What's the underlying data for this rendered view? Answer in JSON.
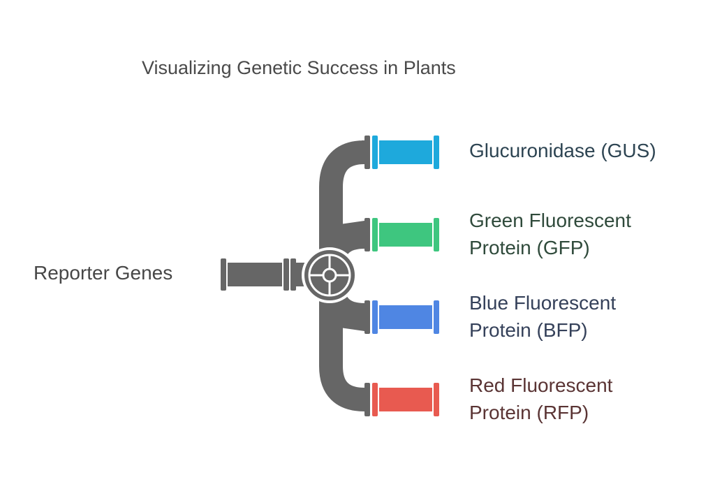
{
  "title": "Visualizing Genetic Success in Plants",
  "source": {
    "label": "Reporter Genes"
  },
  "branches": [
    {
      "lines": [
        "Glucuronidase (GUS)"
      ],
      "color": "#1ea9dc",
      "text_color": "#2d4452"
    },
    {
      "lines": [
        "Green Fluorescent",
        "Protein (GFP)"
      ],
      "color": "#3ec67f",
      "text_color": "#2f4a3b"
    },
    {
      "lines": [
        "Blue Fluorescent",
        "Protein (BFP)"
      ],
      "color": "#4f86e3",
      "text_color": "#35415a"
    },
    {
      "lines": [
        "Red Fluorescent",
        "Protein (RFP)"
      ],
      "color": "#e85a50",
      "text_color": "#5a3434"
    }
  ],
  "pipe_color": "#666666"
}
